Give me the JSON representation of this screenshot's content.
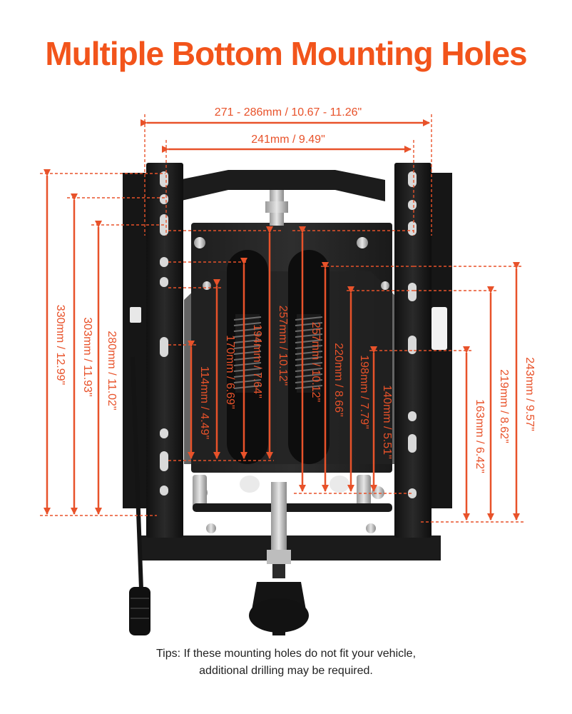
{
  "title": "Multiple Bottom Mounting Holes",
  "accent_color": "#f2541b",
  "dim_color": "#e8522a",
  "dimensions": {
    "outer_width": "271 - 286mm / 10.67 - 11.26\"",
    "inner_width": "241mm / 9.49\"",
    "h_330": "330mm / 12.99\"",
    "h_303": "303mm / 11.93\"",
    "h_280": "280mm / 11.02\"",
    "h_114": "114mm / 4.49\"",
    "h_170": "170mm / 6.69\"",
    "h_194": "194mm / 7.64\"",
    "h_257_left": "257mm / 10.12\"",
    "h_257_right": "257mm / 10.12\"",
    "h_220": "220mm / 8.66\"",
    "h_198": "198mm / 7.79\"",
    "h_140": "140mm / 5.51\"",
    "h_163": "163mm / 6.42\"",
    "h_219": "219mm / 8.62\"",
    "h_243": "243mm / 9.57\""
  },
  "tips": {
    "line1": "Tips: If these mounting holes do not fit your vehicle,",
    "line2": "additional drilling may be required."
  }
}
